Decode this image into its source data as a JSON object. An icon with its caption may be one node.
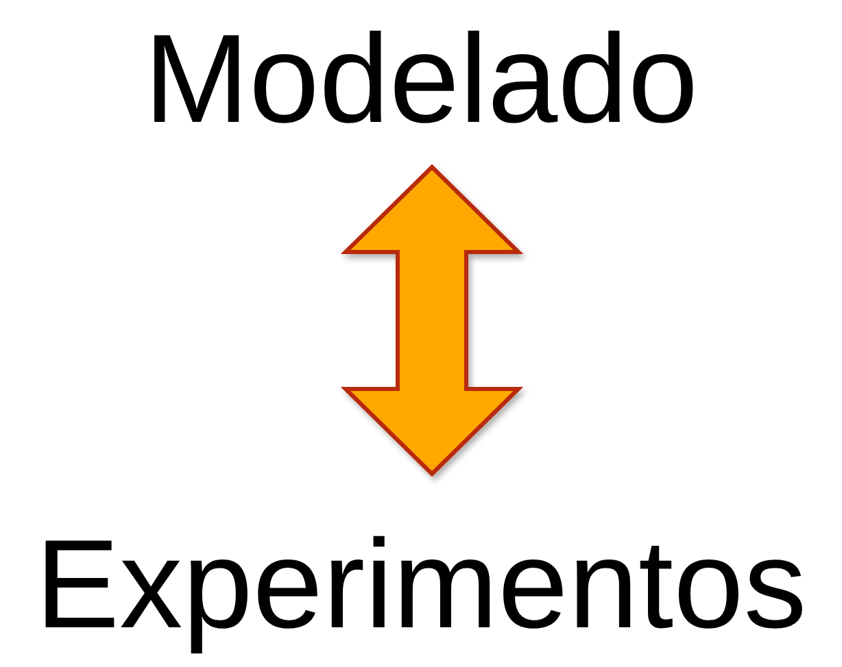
{
  "diagram": {
    "nodes": [
      {
        "text": [
          "Modelado"
        ]
      },
      {
        "text": [
          "Experimentos"
        ]
      }
    ],
    "edges": [
      {
        "from": 0,
        "to": 1,
        "arrow": "both",
        "style": "thick"
      }
    ]
  }
}
